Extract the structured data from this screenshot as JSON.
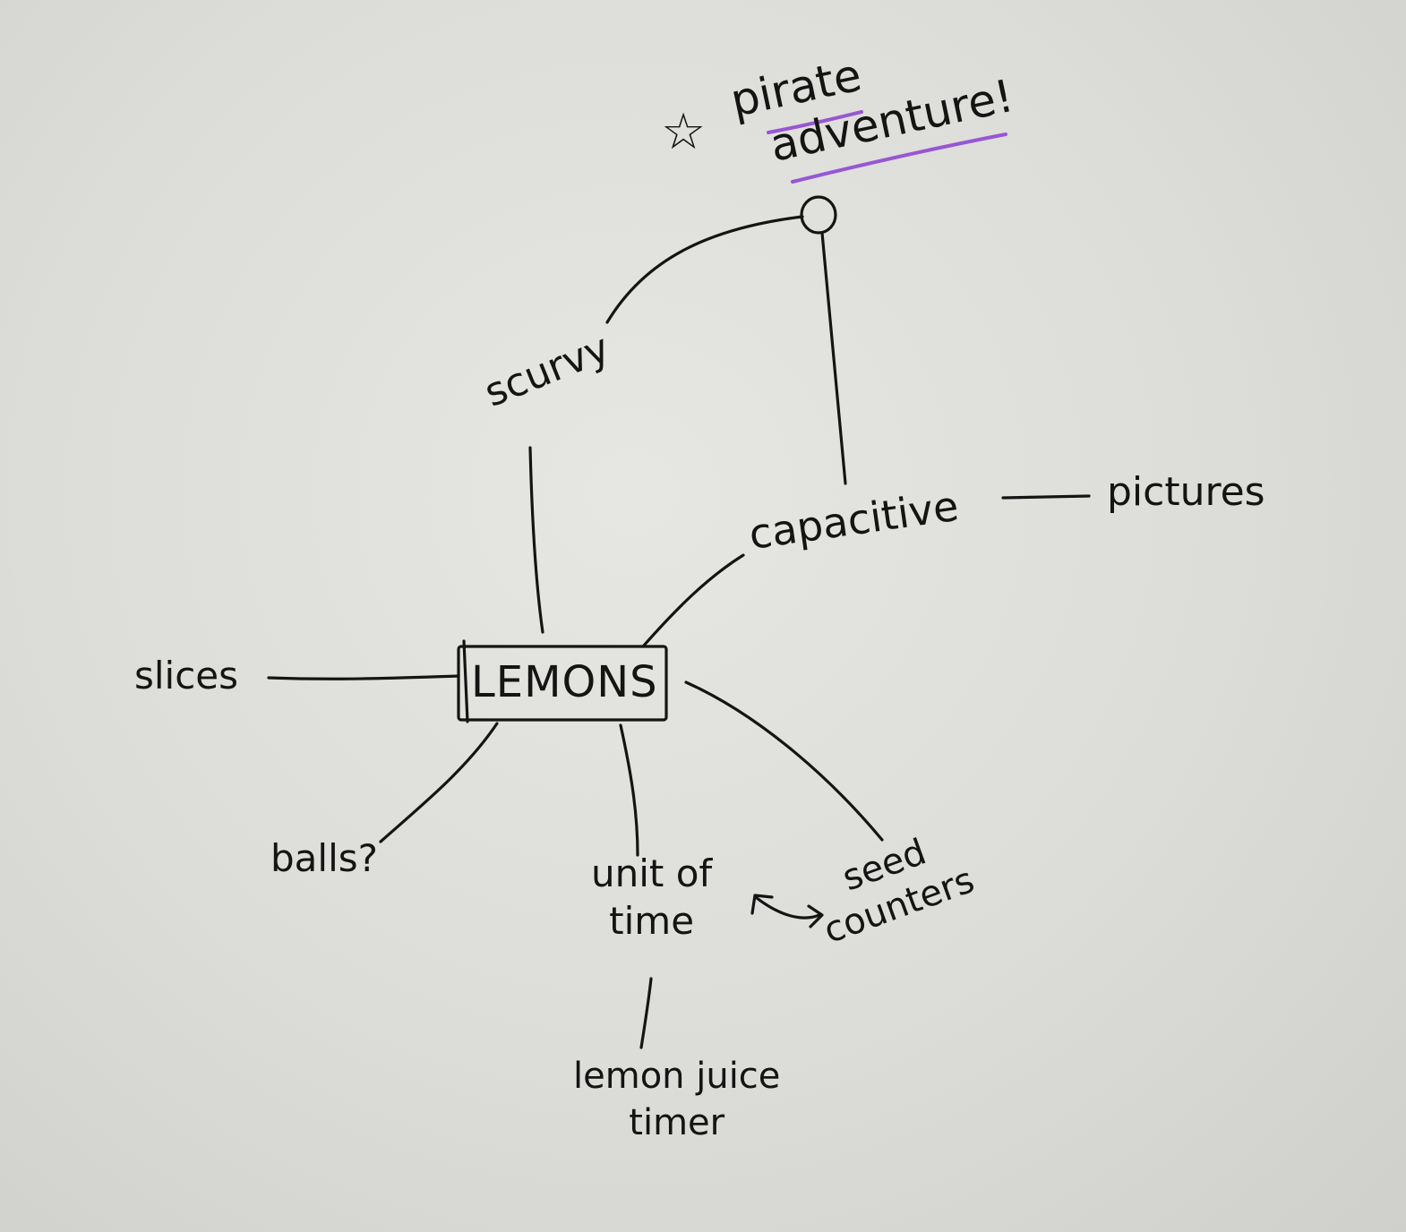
{
  "colors": {
    "ink": "#141414",
    "highlight": "#8a3fd1",
    "paper": "#dcdcd8"
  },
  "nodes": {
    "center": "LEMONS",
    "goal_star": "☆",
    "goal_line1": "pirate",
    "goal_line2": "adventure!",
    "scurvy": "scurvy",
    "capacitive": "capacitive",
    "pictures": "pictures",
    "slices": "slices",
    "balls": "balls?",
    "unit_line1": "unit of",
    "unit_line2": "time",
    "seed_line1": "seed",
    "seed_line2": "counters",
    "juice_line1": "lemon juice",
    "juice_line2": "timer"
  }
}
